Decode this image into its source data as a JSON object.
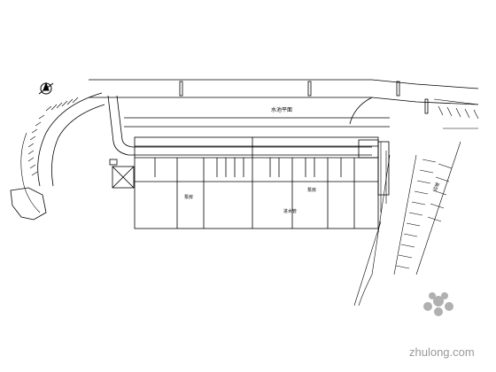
{
  "drawing": {
    "title_label": "水池平面",
    "room_label_1": "泵房",
    "room_label_2": "泵房",
    "pipe_label": "进水管",
    "slope_label_right": "边坡"
  },
  "watermark": {
    "text": "zhulong.com"
  },
  "colors": {
    "line": "#000000",
    "watermark": "#9a9a9a"
  }
}
